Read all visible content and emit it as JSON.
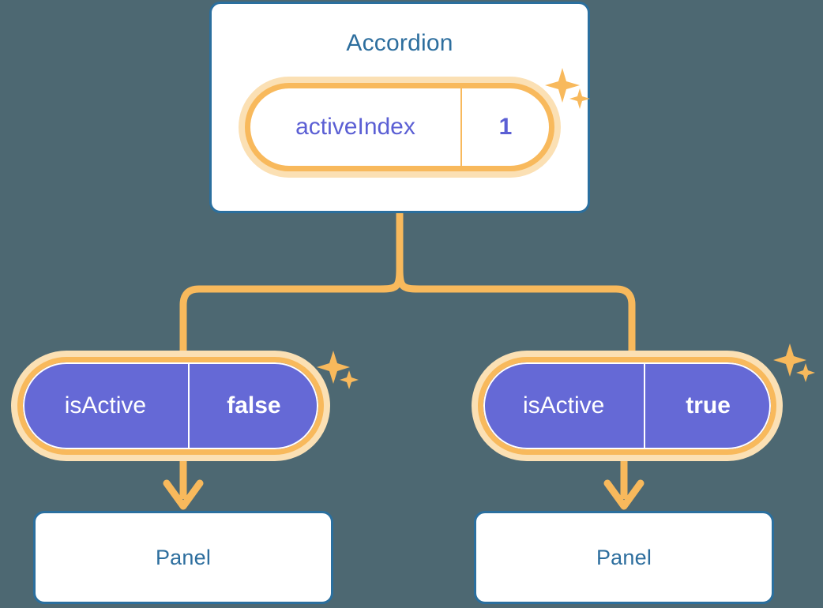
{
  "diagram": {
    "title": "React component tree with state props",
    "background_color": "#4d6872",
    "colors": {
      "card_border": "#2b6f9e",
      "card_title": "#2d6e9e",
      "card_fill": "#ffffff",
      "chip_ring": "#f8b95c",
      "chip_halo": "#fbe0b4",
      "chip_purple": "#6569d6",
      "chip_key_text": "#5b5fd4",
      "connector": "#f8b95c",
      "sparkle": "#f8b95c"
    }
  },
  "root": {
    "label": "Accordion",
    "chip": {
      "key": "activeIndex",
      "value": "1"
    }
  },
  "branches": [
    {
      "side": "left",
      "chip": {
        "key": "isActive",
        "value": "false"
      },
      "child": {
        "label": "Panel"
      }
    },
    {
      "side": "right",
      "chip": {
        "key": "isActive",
        "value": "true"
      },
      "child": {
        "label": "Panel"
      }
    }
  ],
  "icons": {
    "sparkle": "sparkle-icon",
    "arrow_down": "arrow-down-icon"
  }
}
